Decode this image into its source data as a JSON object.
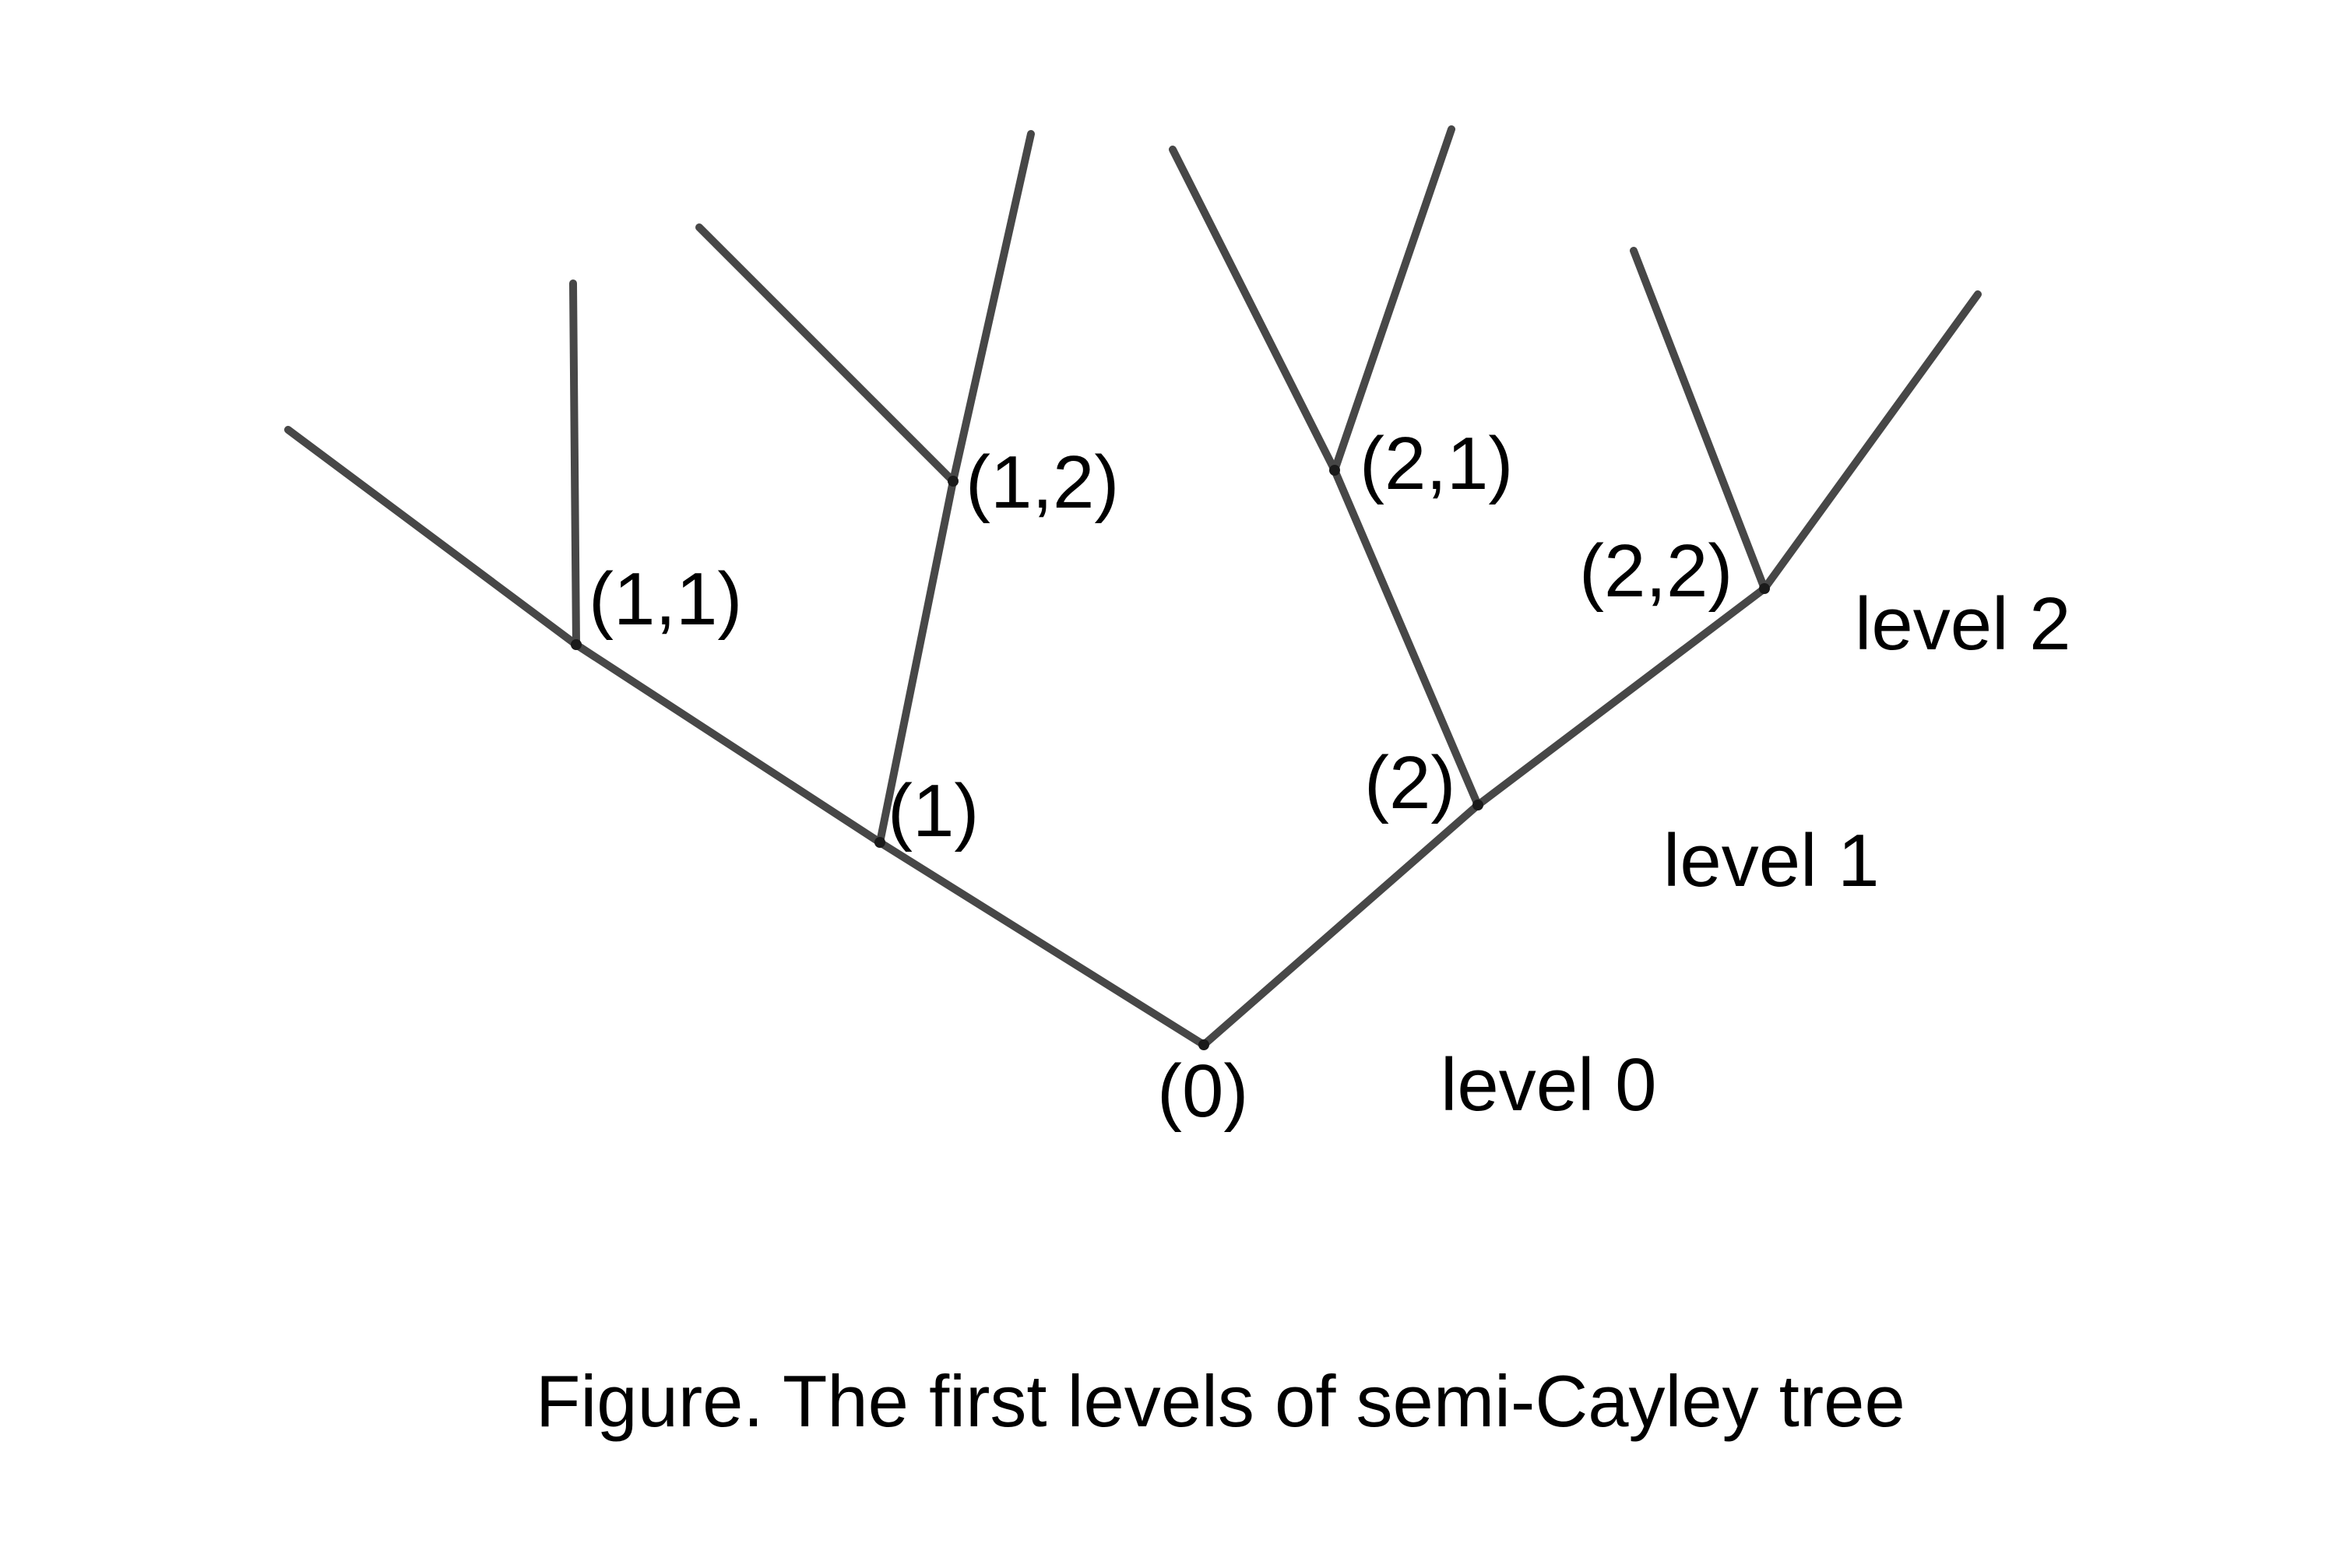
{
  "nodes": {
    "root": "(0)",
    "n1": "(1)",
    "n2": "(2)",
    "n11": "(1,1)",
    "n12": "(1,2)",
    "n21": "(2,1)",
    "n22": "(2,2)"
  },
  "levels": {
    "level0": "level 0",
    "level1": "level 1",
    "level2": "level 2"
  },
  "caption": "Figure. The first levels of semi-Cayley tree",
  "colors": {
    "edge": "#474747",
    "text": "#000000",
    "background": "#ffffff"
  }
}
